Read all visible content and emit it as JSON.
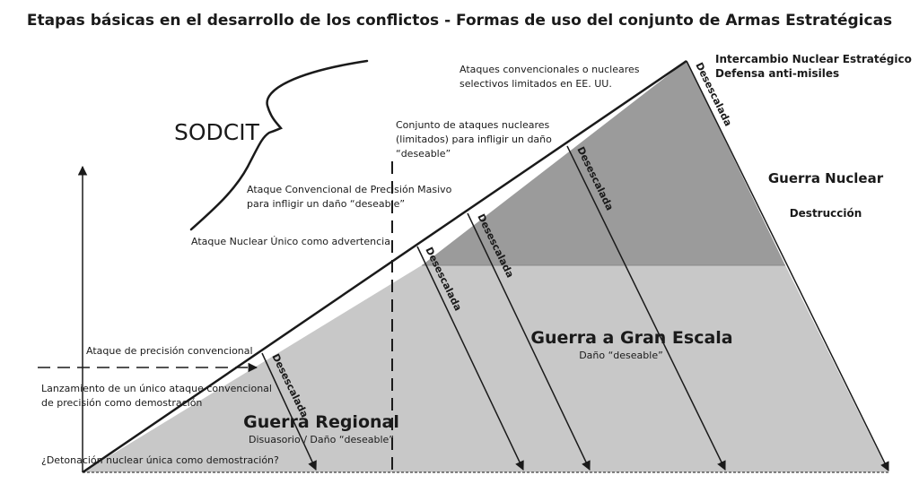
{
  "title": "Etapas básicas en el desarrollo de los conflictos - Formas de uso del conjunto de Armas Estratégicas",
  "sodcit": "SODCIT",
  "desescalada": "Desescalada",
  "labels": {
    "ataques_selectivos_1": "Ataques convencionales o nucleares",
    "ataques_selectivos_2": "selectivos limitados en EE. UU.",
    "intercambio": "Intercambio Nuclear Estratégico",
    "defensa": "Defensa anti-misiles",
    "conjunto_1": "Conjunto de ataques nucleares",
    "conjunto_2": "(limitados) para infligir un daño",
    "conjunto_3": "“deseable”",
    "masivo_1": "Ataque Convencional de Precisión Masivo",
    "masivo_2": "para infligir un daño  “deseable”",
    "unico_nuclear": "Ataque Nuclear Único como advertencia",
    "precision": "Ataque de precisión convencional",
    "lanzamiento_1": "Lanzamiento de un único ataque convencional",
    "lanzamiento_2": "de precisión como demostración",
    "detonacion": "¿Detonación nuclear única como demostración?"
  },
  "zones": {
    "nuclear_title": "Guerra Nuclear",
    "nuclear_sub": "Destrucción",
    "gran_title": "Guerra a Gran Escala",
    "gran_sub": "Daño “deseable”",
    "regional_title": "Guerra Regional",
    "regional_sub": "Disuasorio / Daño “deseable”"
  },
  "colors": {
    "light_zone": "#c8c8c8",
    "dark_zone": "#9b9b9b",
    "line": "#1a1a1a"
  }
}
